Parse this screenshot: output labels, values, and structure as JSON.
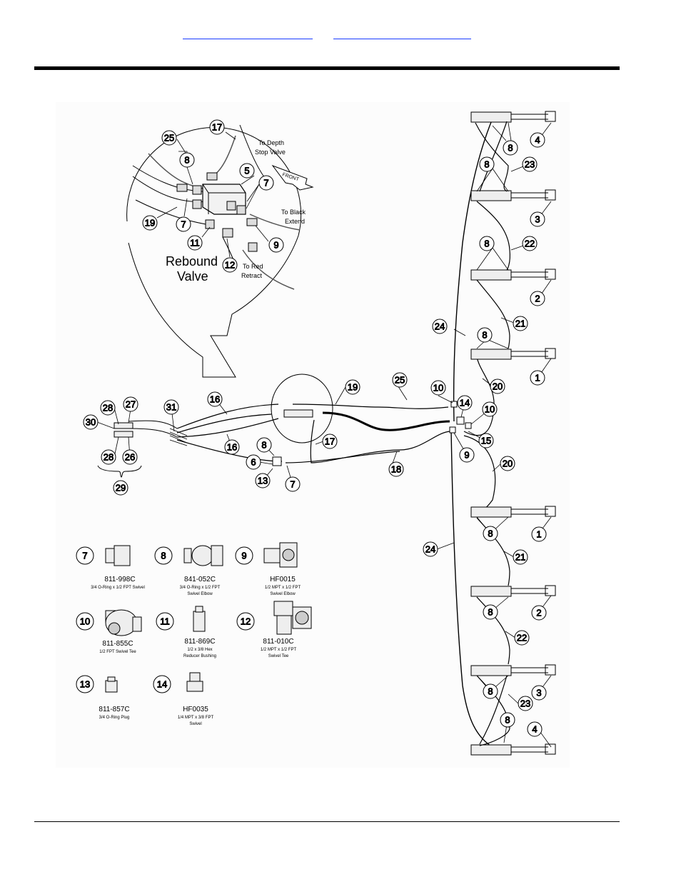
{
  "header": {
    "link_1": "",
    "link_2": ""
  },
  "detail": {
    "title_line1": "Rebound",
    "title_line2": "Valve",
    "notes": {
      "depth_1": "To Depth",
      "depth_2": "Stop Valve",
      "black_1": "To Black",
      "black_2": "Extend",
      "red_1": "To Red",
      "red_2": "Retract",
      "front": "FRONT"
    }
  },
  "callouts": {
    "d25": "25",
    "d17": "17",
    "d8": "8",
    "d5": "5",
    "d7a": "7",
    "d7b": "7",
    "d19": "19",
    "d11": "11",
    "d12": "12",
    "d9": "9",
    "r8a": "8",
    "r4a": "4",
    "r8b": "8",
    "r23a": "23",
    "r3a": "3",
    "r8c": "8",
    "r22a": "22",
    "r2a": "2",
    "r21a": "21",
    "r24a": "24",
    "r8d": "8",
    "r1a": "1",
    "r20a": "20",
    "m10a": "10",
    "m14": "14",
    "m10b": "10",
    "m15": "15",
    "m9": "9",
    "m20b": "20",
    "r8e": "8",
    "r1b": "1",
    "r21b": "21",
    "r24b": "24",
    "r8f": "8",
    "r2b": "2",
    "r22b": "22",
    "r8g": "8",
    "r3b": "3",
    "r23b": "23",
    "r8h": "8",
    "r4b": "4",
    "l28a": "28",
    "l27": "27",
    "l30": "30",
    "l28b": "28",
    "l26": "26",
    "l29": "29",
    "l31": "31",
    "l16a": "16",
    "l16b": "16",
    "c19": "19",
    "c25": "25",
    "c17": "17",
    "c18": "18",
    "c8": "8",
    "c6": "6",
    "c13": "13",
    "c7": "7"
  },
  "parts": [
    {
      "num": "7",
      "code": "811-998C",
      "desc": [
        "3/4 O-Ring x 1/2 FPT Swivel"
      ]
    },
    {
      "num": "8",
      "code": "841-052C",
      "desc": [
        "3/4 O-Ring x 1/2 FPT",
        "Swivel Elbow"
      ]
    },
    {
      "num": "9",
      "code": "HF0015",
      "desc": [
        "1/2 MPT x 1/2 FPT",
        "Swivel Elbow"
      ]
    },
    {
      "num": "10",
      "code": "811-855C",
      "desc": [
        "1/2 FPT Swivel Tee"
      ]
    },
    {
      "num": "11",
      "code": "811-869C",
      "desc": [
        "1/2 x 3/8 Hex",
        "Reducer Bushing"
      ]
    },
    {
      "num": "12",
      "code": "811-010C",
      "desc": [
        "1/2 MPT x 1/2 FPT",
        "Swivel Tee"
      ]
    },
    {
      "num": "13",
      "code": "811-857C",
      "desc": [
        "3/4 O-Ring Plug"
      ]
    },
    {
      "num": "14",
      "code": "HF0035",
      "desc": [
        "1/4 MPT x 3/8 FPT",
        "Swivel"
      ]
    }
  ]
}
